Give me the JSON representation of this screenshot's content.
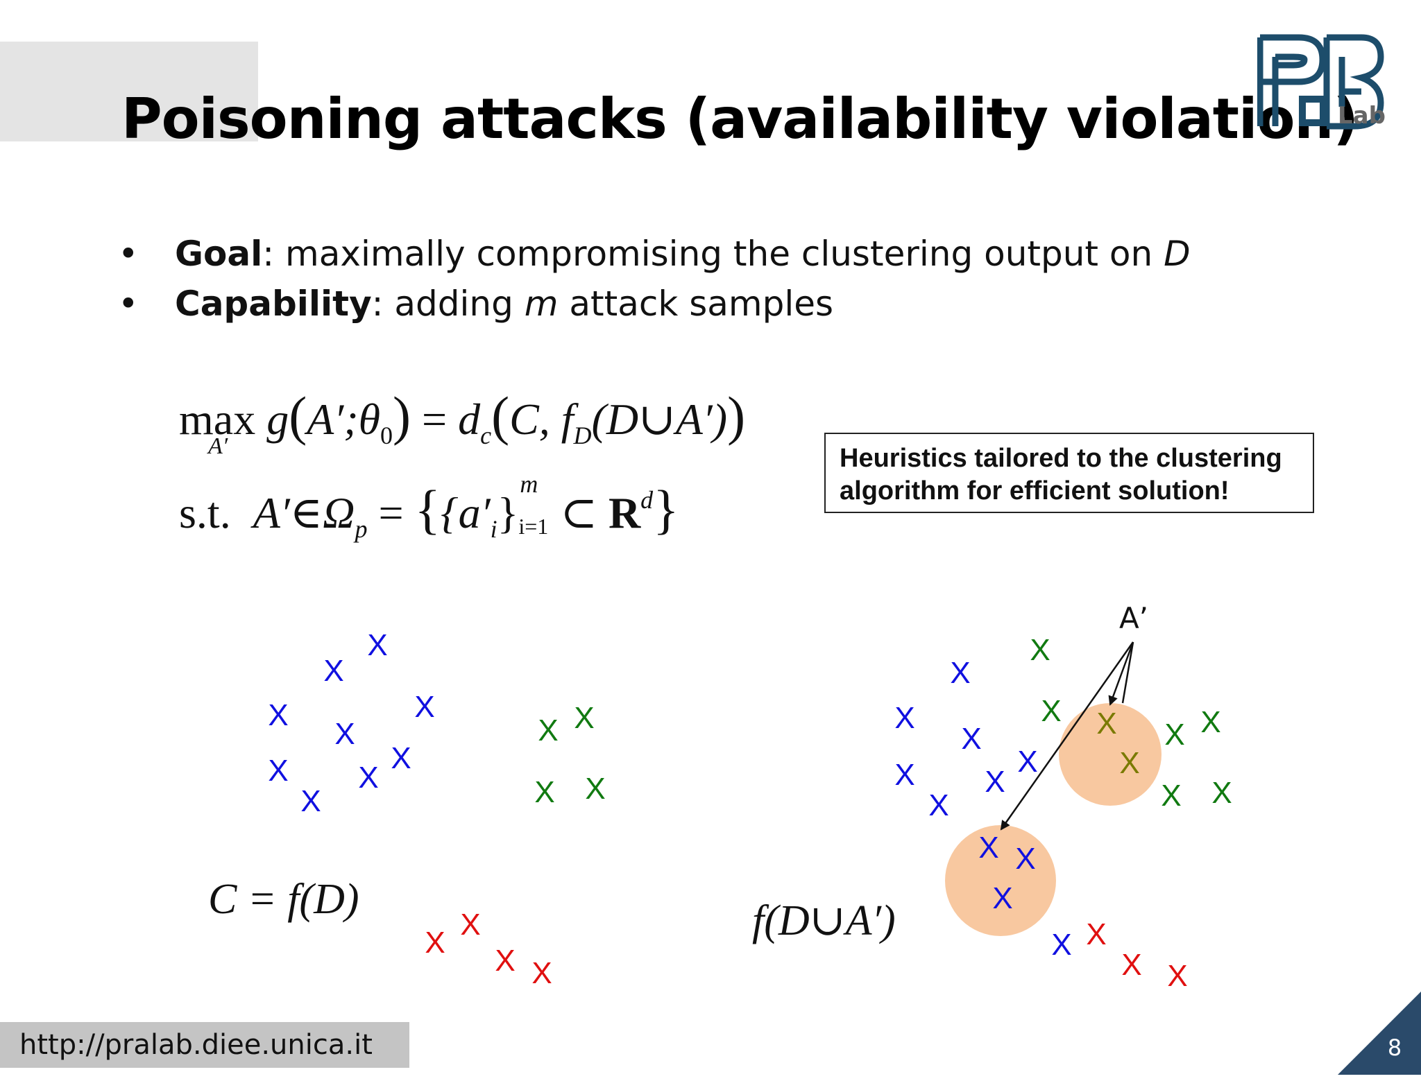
{
  "slide": {
    "title": "Poisoning attacks (availability violation)",
    "logo": {
      "text": "Lab",
      "colors": {
        "primary": "#1d4d6b",
        "text": "#666666"
      }
    },
    "bullets": [
      {
        "term": "Goal",
        "text_before": ": maximally compromising the clustering output on ",
        "italic": "D",
        "text_after": ""
      },
      {
        "term": "Capability",
        "text_before": ": adding ",
        "italic": "m",
        "text_after": " attack samples"
      }
    ],
    "equation": {
      "line1": {
        "op": "max",
        "under": "A′",
        "lhs": "g",
        "args": "A′;θ",
        "sub0": "0",
        "eq": "=",
        "d": "d",
        "dsub": "c",
        "arg_c": "C,",
        "f": "f",
        "fsub": "D",
        "rest": "(D∪A′)"
      },
      "line2": {
        "st": "s.t.",
        "a": "A′∈Ω",
        "psub": "p",
        "eq": "=",
        "set": "{a′",
        "isub": "i",
        "close": "}",
        "msup": "m",
        "ilow": "i=1",
        "subset": "⊂",
        "R": "R",
        "dsup": "d"
      }
    },
    "callout": {
      "line1": "Heuristics tailored to the clustering",
      "line2": "algorithm for efficient solution!"
    },
    "left_label": "C = f(D)",
    "right_label": "f(D∪A′)",
    "attack_label": "A’",
    "marker": "X",
    "colors": {
      "blue": "#1010e0",
      "green": "#117a11",
      "red": "#e01010",
      "olive": "#7a7a00",
      "highlight": "#f8c8a0"
    },
    "footer_url": "http://pralab.diee.unica.it",
    "page_number": "8",
    "corner_color": "#2a4a6a"
  }
}
